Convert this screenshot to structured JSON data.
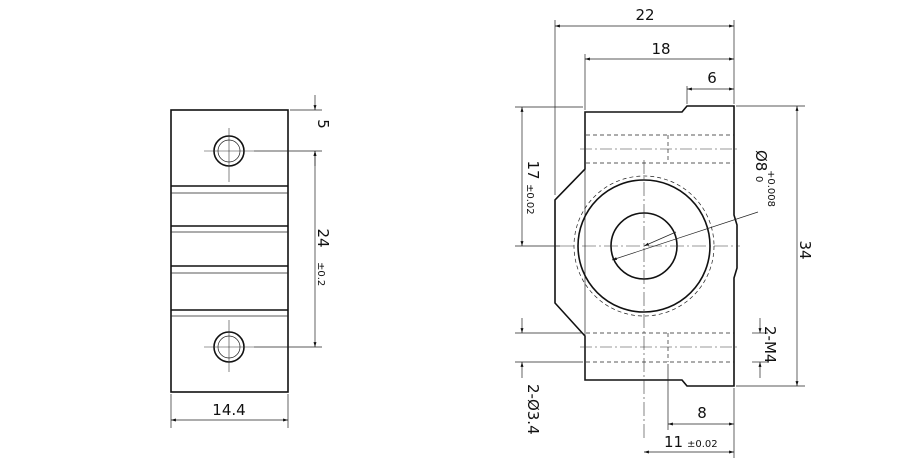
{
  "left_view": {
    "dim_width": "14.4",
    "dim_top_offset": "5",
    "dim_hole_spacing": "24",
    "dim_hole_spacing_tol": "±0.2"
  },
  "right_view": {
    "dim_overall_width": "22",
    "dim_flange_width": "18",
    "dim_step": "6",
    "dim_center_height": "17",
    "dim_center_height_tol": "±0.02",
    "dim_bore_symbol": "Ø8",
    "dim_bore_tol_upper": "+0.008",
    "dim_bore_tol_lower": "0",
    "dim_overall_height": "34",
    "dim_thread": "2-M4",
    "dim_hole_dia": "2-Ø3.4",
    "dim_thread_depth": "8",
    "dim_hole_pos": "11",
    "dim_hole_pos_tol": "±0.02"
  }
}
